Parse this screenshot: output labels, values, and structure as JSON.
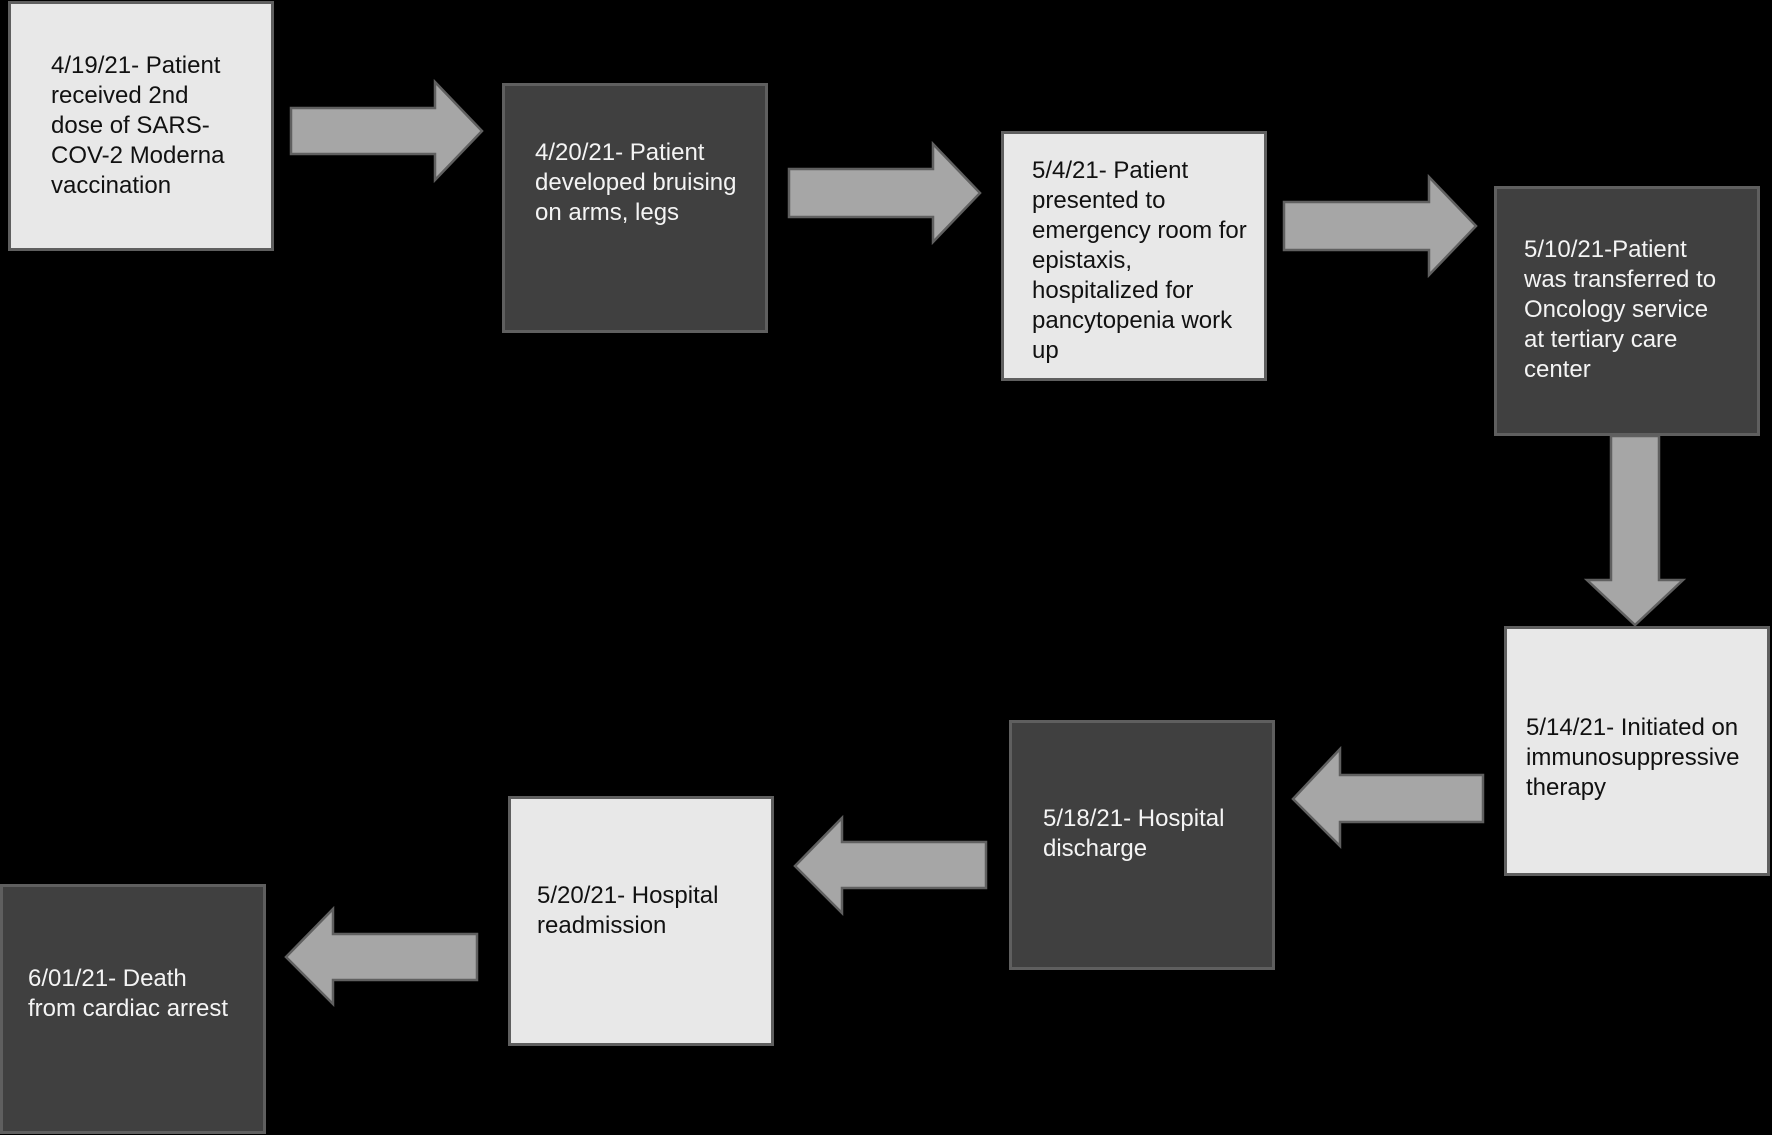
{
  "colors": {
    "background": "#000000",
    "box_light": "#e8e8e8",
    "box_dark": "#404040",
    "arrow_fill": "#a6a6a6",
    "arrow_stroke": "#606060"
  },
  "steps": [
    {
      "text": "4/19/21- Patient\nreceived 2nd\ndose of SARS-\nCOV-2 Moderna\nvaccination"
    },
    {
      "text": "4/20/21- Patient\ndeveloped bruising\non arms, legs"
    },
    {
      "text": "5/4/21- Patient\npresented to\nemergency room for\nepistaxis,\nhospitalized for\npancytopenia work\nup"
    },
    {
      "text": "5/10/21-Patient\nwas transferred to\nOncology service\nat tertiary care\ncenter"
    },
    {
      "text": "5/14/21- Initiated on\nimmunosuppressive\ntherapy"
    },
    {
      "text": "5/18/21- Hospital\ndischarge"
    },
    {
      "text": "5/20/21- Hospital\nreadmission"
    },
    {
      "text": "6/01/21- Death\nfrom cardiac arrest"
    }
  ]
}
